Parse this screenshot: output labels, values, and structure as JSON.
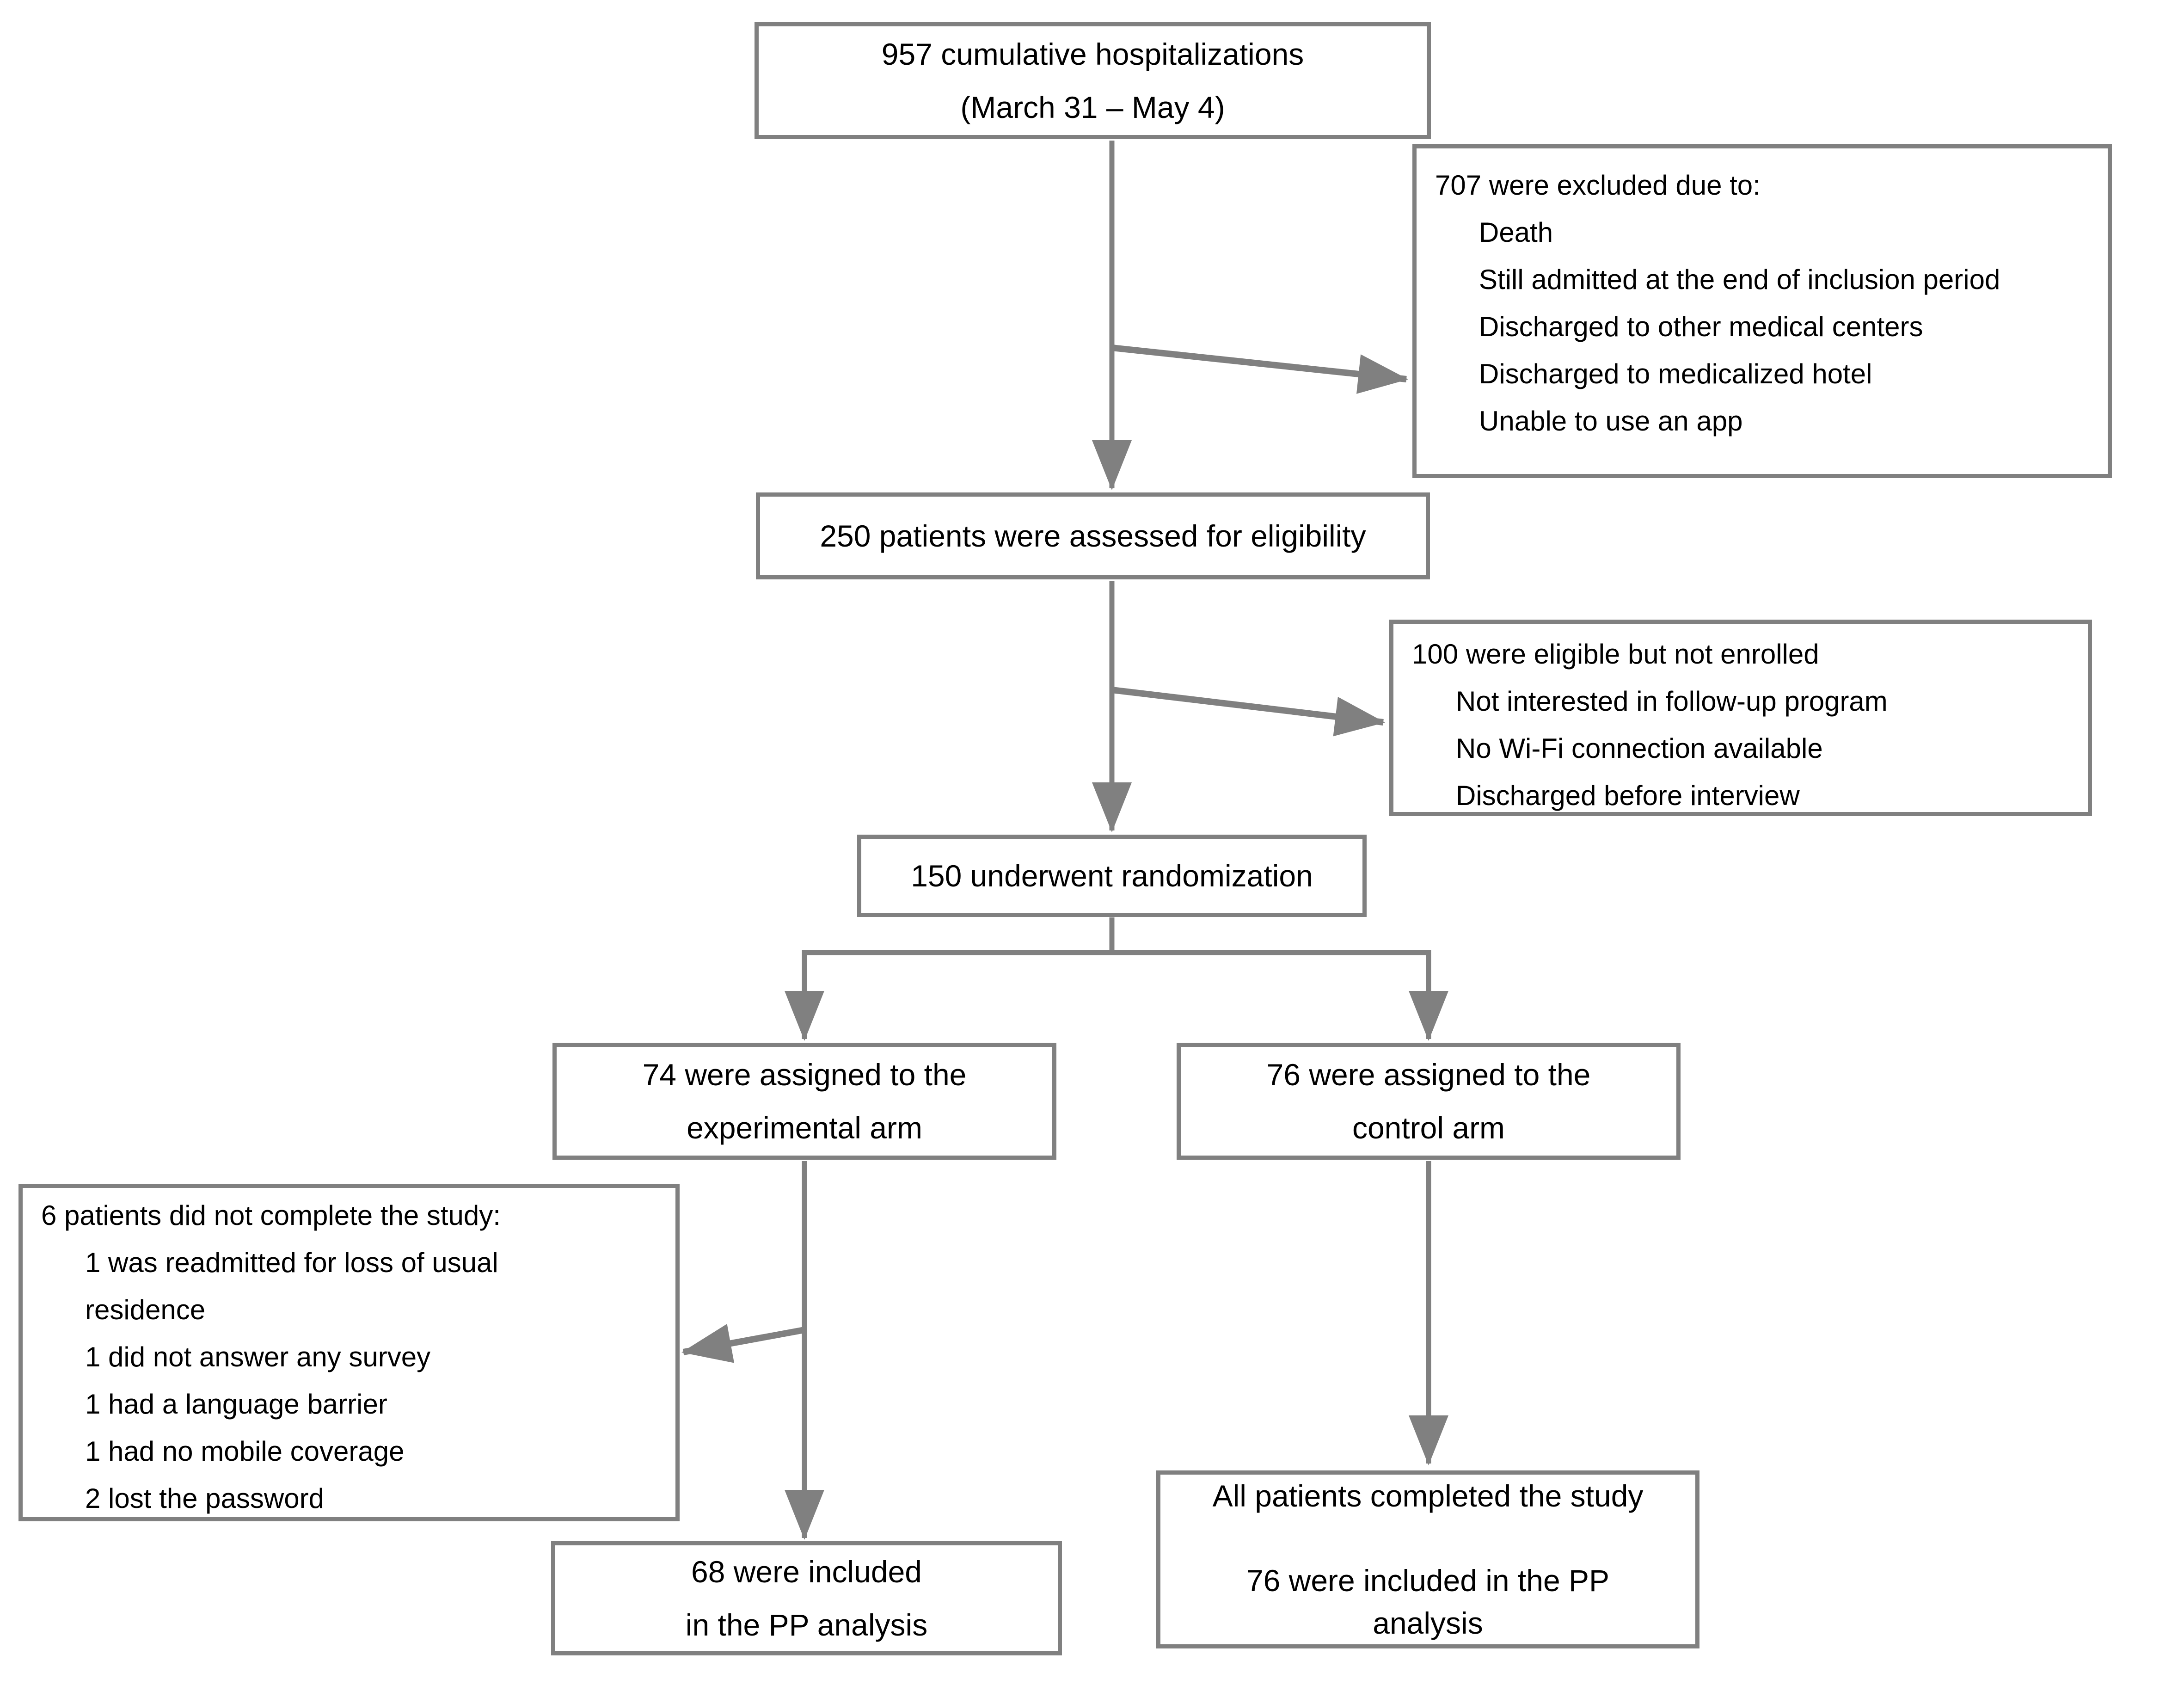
{
  "diagram": {
    "title": "patient-flow-consort-diagram",
    "colors": {
      "line": "#808080",
      "border": "#808080",
      "text": "#000000",
      "background": "#ffffff"
    },
    "boxes": {
      "cumulative": {
        "lines": [
          "957 cumulative hospitalizations",
          "(March 31 – May 4)"
        ]
      },
      "excluded": {
        "header": "707 were excluded due to:",
        "items": [
          "Death",
          "Still admitted at the end of inclusion period",
          "Discharged to other medical centers",
          "Discharged to medicalized hotel",
          "Unable to use an app"
        ]
      },
      "assessed": {
        "label": "250 patients were assessed for eligibility"
      },
      "not_enrolled": {
        "header": "100 were eligible but not enrolled",
        "items": [
          "Not interested in follow-up program",
          "No Wi-Fi connection available",
          "Discharged before interview"
        ]
      },
      "randomized": {
        "label": "150 underwent randomization"
      },
      "experimental": {
        "lines": [
          "74 were assigned to the",
          "experimental arm"
        ]
      },
      "control": {
        "lines": [
          "76 were assigned to the",
          "control arm"
        ]
      },
      "dropouts": {
        "header": "6 patients did not complete the study:",
        "items": [
          "1 was readmitted for loss of usual",
          "residence",
          "1 did not answer any survey",
          "1 had a language barrier",
          "1 had no mobile coverage",
          "2 lost the password"
        ]
      },
      "pp_experimental": {
        "lines": [
          "68 were included",
          "in the PP analysis"
        ]
      },
      "pp_control": {
        "lines": [
          "All patients completed the study",
          "",
          "76 were included in the PP",
          "analysis"
        ]
      }
    }
  }
}
